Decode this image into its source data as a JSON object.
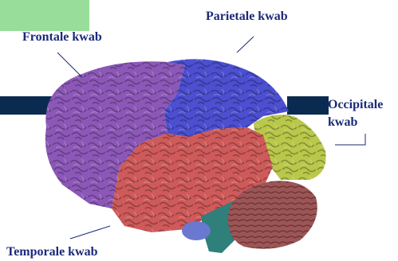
{
  "labels": {
    "frontal": "Frontale kwab",
    "parietal": "Parietale kwab",
    "occipital_line1": "Occipitale",
    "occipital_line2": "kwab",
    "temporal": "Temporale kwab"
  },
  "colors": {
    "frontal": "#8c58b8",
    "parietal": "#4b4fd0",
    "occipital": "#b9c84a",
    "temporal": "#cf5a5a",
    "cerebellum": "#9a5656",
    "brainstem": "#2f7f7a",
    "pons": "#6a78d0",
    "label_text": "#1a2a78",
    "bar": "#0b2a4f",
    "green_box": "#98dd9a"
  }
}
